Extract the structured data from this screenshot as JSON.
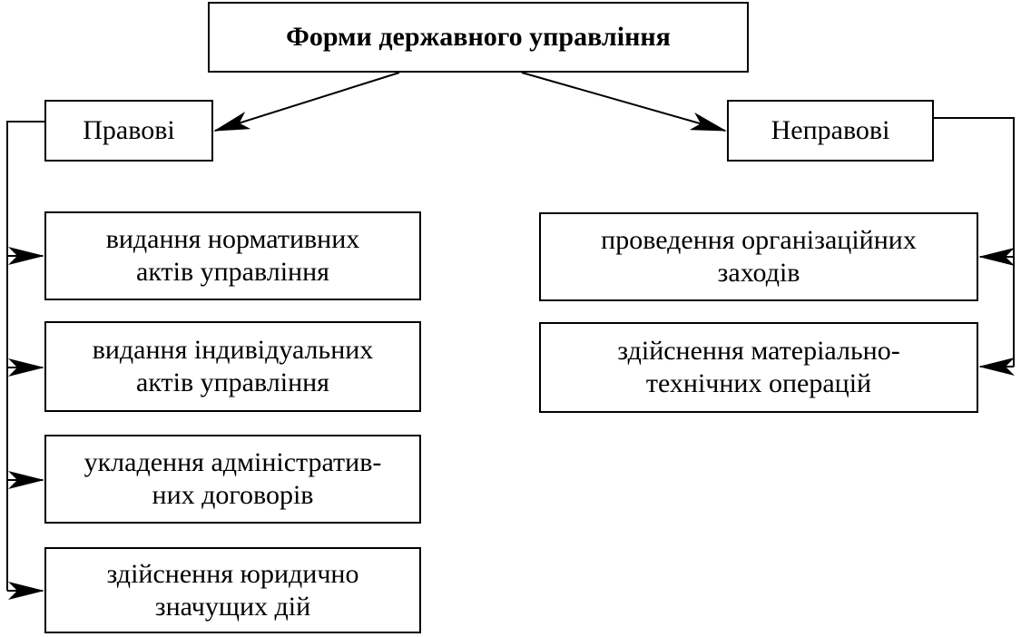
{
  "title": "Форми державного управління",
  "legal": {
    "heading": "Правові",
    "items": [
      "видання нормативних\nактів управління",
      "видання індивідуальних\nактів управління",
      "укладення адміністратив-\nних договорів",
      "здійснення юридично\nзначущих дій"
    ]
  },
  "nonlegal": {
    "heading": "Неправові",
    "items": [
      "проведення організаційних\nзаходів",
      "здійснення матеріально-\nтехнічних операцій"
    ]
  }
}
